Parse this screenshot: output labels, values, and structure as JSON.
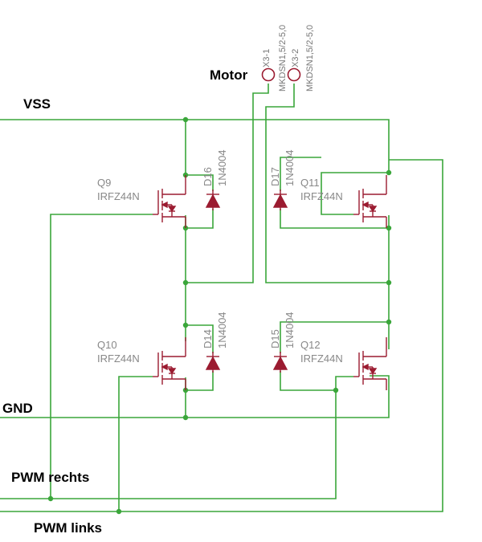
{
  "colors": {
    "background": "#ffffff",
    "wire": "#3aa63a",
    "component": "#9b1b30",
    "component_text": "#888888",
    "net_label": "#000000"
  },
  "net_labels": {
    "vss": "VSS",
    "gnd": "GND",
    "pwm_rechts": "PWM rechts",
    "pwm_links": "PWM links",
    "motor": "Motor"
  },
  "connector": {
    "pin1": {
      "name": "X3-1",
      "value": "MKDSN1,5/2-5,0"
    },
    "pin2": {
      "name": "X3-2",
      "value": "MKDSN1,5/2-5,0"
    }
  },
  "transistors": {
    "q9": {
      "name": "Q9",
      "value": "IRFZ44N"
    },
    "q10": {
      "name": "Q10",
      "value": "IRFZ44N"
    },
    "q11": {
      "name": "Q11",
      "value": "IRFZ44N"
    },
    "q12": {
      "name": "Q12",
      "value": "IRFZ44N"
    }
  },
  "diodes": {
    "d14": {
      "name": "D14",
      "value": "1N4004"
    },
    "d15": {
      "name": "D15",
      "value": "1N4004"
    },
    "d16": {
      "name": "D16",
      "value": "1N4004"
    },
    "d17": {
      "name": "D17",
      "value": "1N4004"
    }
  }
}
